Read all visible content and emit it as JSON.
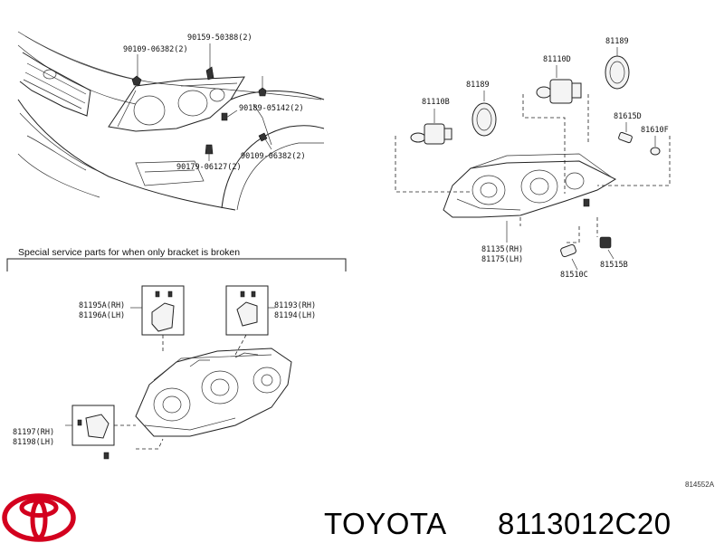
{
  "labels": {
    "p90159_50388": "90159-50388(2)",
    "p90109_06382_top": "90109-06382(2)",
    "p90189_05142": "90189-05142(2)",
    "p90179_06127": "90179-06127(2)",
    "p90109_06382_bottom": "90109-06382(2)",
    "p81110D": "81110D",
    "p81189_top": "81189",
    "p81189_mid": "81189",
    "p81110B": "81110B",
    "p81615D": "81615D",
    "p81610F": "81610F",
    "p81135_rh": "81135(RH)",
    "p81175_lh": "81175(LH)",
    "p81515B": "81515B",
    "p81510C": "81510C",
    "p81195A_rh": "81195A(RH)",
    "p81196A_lh": "81196A(LH)",
    "p81193_rh": "81193(RH)",
    "p81194_lh": "81194(LH)",
    "p81197_rh": "81197(RH)",
    "p81198_lh": "81198(LH)"
  },
  "note": "Special service parts for when only bracket is broken",
  "diagram_ref": "814552A",
  "brand_text": "TOYOTA",
  "part_number": "8113012C20",
  "logo": "toyota-logo",
  "colors": {
    "logo_red": "#d3001e",
    "line": "#222222"
  }
}
